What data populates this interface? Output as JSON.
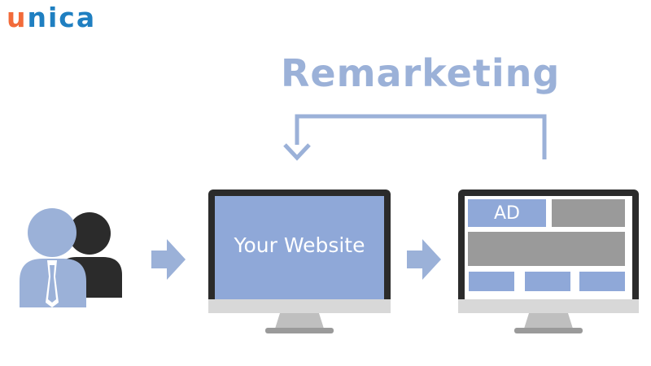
{
  "logo": {
    "part1": "u",
    "part2": "nica"
  },
  "title": "Remarketing",
  "website_label": "Your Website",
  "ad_label": "AD",
  "colors": {
    "accent": "#9bb1d8",
    "screen_blue": "#8fa8d8",
    "grey_block": "#9a9a9a",
    "frame_dark": "#2b2b2b",
    "logo_orange": "#f26b3a",
    "logo_blue": "#1f7fc1"
  },
  "icons": [
    "users-icon",
    "arrow-right-icon",
    "monitor-icon",
    "return-arrow-icon"
  ]
}
